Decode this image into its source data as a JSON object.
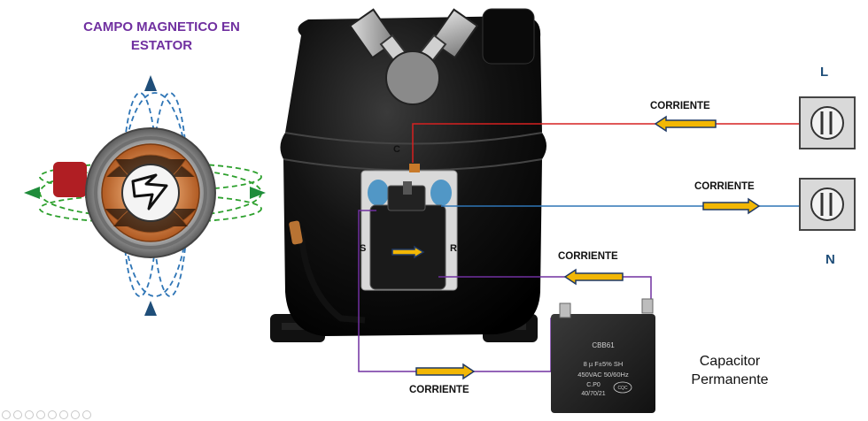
{
  "title": {
    "line1": "CAMPO MAGNETICO EN",
    "line2": "ESTATOR"
  },
  "terminals": {
    "c": "C",
    "s": "S",
    "r": "R"
  },
  "lines": {
    "l": "L",
    "n": "N"
  },
  "current_label": "CORRIENTE",
  "capacitor": {
    "label_line1": "Capacitor",
    "label_line2": "Permanente",
    "model": "CBB61",
    "spec_line1": "8 µ F±5%   SH",
    "spec_line2": "450VAC 50/60Hz",
    "spec_line3": "C.P0",
    "spec_line4": "40/70/21",
    "mark": "CQC"
  },
  "colors": {
    "title": "#7030a0",
    "wire_red": "#d62020",
    "wire_blue": "#2e75b6",
    "wire_purple": "#7030a0",
    "arrow_fill": "#f2b705",
    "arrow_stroke": "#1f3864",
    "field_blue": "#2e75b6",
    "field_green": "#2ca02c",
    "field_arrow_blue": "#1f4e79",
    "field_arrow_green": "#1e8c3a",
    "compressor": "#0d0d0d",
    "terminal_box": "#d9d9d9"
  }
}
